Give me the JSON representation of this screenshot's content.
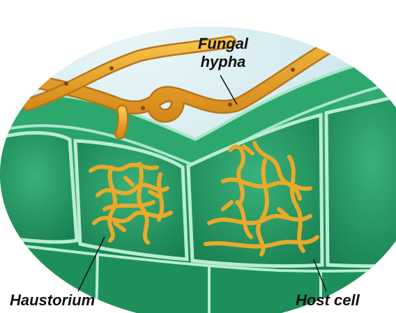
{
  "labels": {
    "fungal_hypha_line1": "Fungal",
    "fungal_hypha_line2": "hypha",
    "haustorium": "Haustorium",
    "host_cell": "Host cell"
  },
  "colors": {
    "host_tissue": "#1f9a62",
    "cell_interior": "#2aa36d",
    "cell_wall": "#b9ecd3",
    "fungus": "#e9a92a",
    "sky": "#cfe9ef",
    "text": "#111111"
  }
}
